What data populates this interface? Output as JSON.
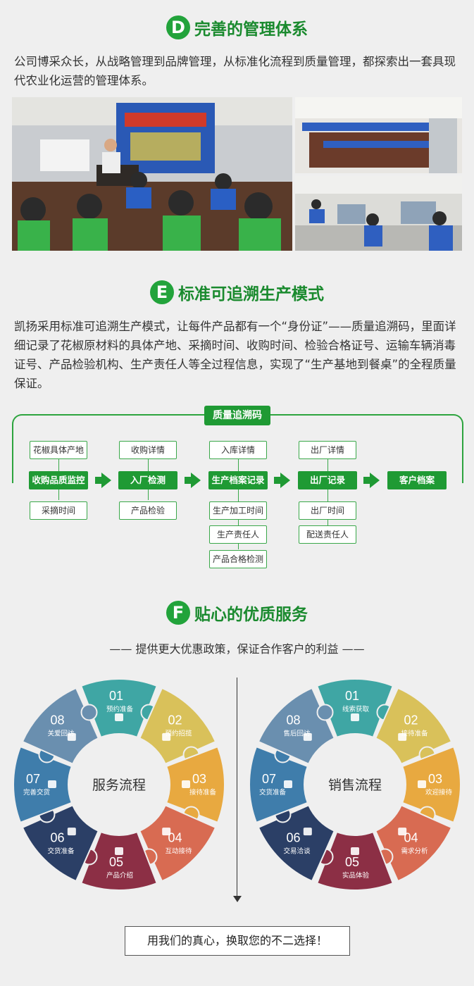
{
  "sectionD": {
    "badge": "D",
    "title": "完善的管理体系",
    "text": "公司博采众长，从战略管理到品牌管理，从标准化流程到质量管理，都探索出一套具现代农业化运营的管理体系。"
  },
  "sectionE": {
    "badge": "E",
    "title": "标准可追溯生产模式",
    "text": "凯扬采用标准可追溯生产模式，让每件产品都有一个“身份证”——质量追溯码，里面详细记录了花椒原材料的具体产地、采摘时间、收购时间、检验合格证号、运输车辆消毒证号、产品检验机构、生产责任人等全过程信息，实现了“生产基地到餐桌”的全程质量保证。",
    "flow": {
      "title": "质量追溯码",
      "main": [
        "收购品质监控",
        "入厂检测",
        "生产档案记录",
        "出厂记录",
        "客户档案"
      ],
      "top": [
        "花椒具体产地",
        "收购详情",
        "入库详情",
        "出厂详情"
      ],
      "bottom": [
        [
          "采摘时间"
        ],
        [
          "产品检验"
        ],
        [
          "生产加工时间",
          "生产责任人",
          "产品合格检测"
        ],
        [
          "出厂时间",
          "配送责任人"
        ]
      ]
    }
  },
  "sectionF": {
    "badge": "F",
    "title": "贴心的优质服务",
    "subtitle": "——  提供更大优惠政策，保证合作客户的利益  ——",
    "service": {
      "center": "服务流程",
      "pieces": [
        {
          "num": "01",
          "label": "预约准备",
          "color": "#3fa6a4",
          "icon": "chart-icon"
        },
        {
          "num": "02",
          "label": "预约招揽",
          "color": "#d9c15a",
          "icon": "briefcase-icon"
        },
        {
          "num": "03",
          "label": "接待准备",
          "color": "#e8a940",
          "icon": "people-icon"
        },
        {
          "num": "04",
          "label": "互动接待",
          "color": "#d86b52",
          "icon": "mail-icon"
        },
        {
          "num": "05",
          "label": "产品介绍",
          "color": "#8c2f45",
          "icon": "refresh-icon"
        },
        {
          "num": "06",
          "label": "交货准备",
          "color": "#2b3f66",
          "icon": "bulb-icon"
        },
        {
          "num": "07",
          "label": "完善交货",
          "color": "#3f7dab",
          "icon": "dollar-icon"
        },
        {
          "num": "08",
          "label": "关爱回访",
          "color": "#6a8faf",
          "icon": "handshake-icon"
        }
      ]
    },
    "sales": {
      "center": "销售流程",
      "pieces": [
        {
          "num": "01",
          "label": "线索获取",
          "color": "#3fa6a4",
          "icon": "chart-icon"
        },
        {
          "num": "02",
          "label": "接待准备",
          "color": "#d9c15a",
          "icon": "briefcase-icon"
        },
        {
          "num": "03",
          "label": "欢迎接待",
          "color": "#e8a940",
          "icon": "people-icon"
        },
        {
          "num": "04",
          "label": "需求分析",
          "color": "#d86b52",
          "icon": "mail-icon"
        },
        {
          "num": "05",
          "label": "实品体验",
          "color": "#8c2f45",
          "icon": "refresh-icon"
        },
        {
          "num": "06",
          "label": "交易洽谈",
          "color": "#2b3f66",
          "icon": "bulb-icon"
        },
        {
          "num": "07",
          "label": "交货准备",
          "color": "#3f7dab",
          "icon": "dollar-icon"
        },
        {
          "num": "08",
          "label": "售后回访",
          "color": "#6a8faf",
          "icon": "handshake-icon"
        }
      ]
    },
    "slogan": "用我们的真心，换取您的不二选择！"
  },
  "colors": {
    "brand_green": "#22a33b"
  }
}
